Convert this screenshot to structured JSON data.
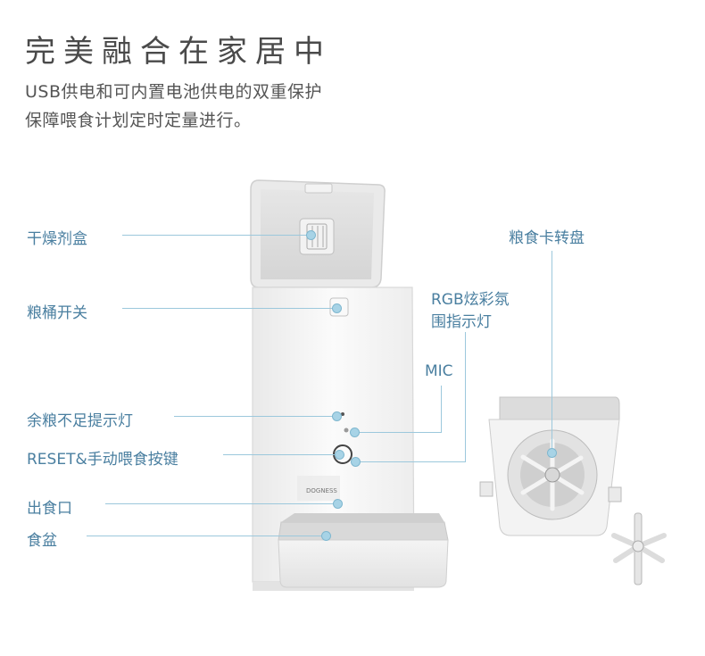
{
  "heading": {
    "title": "完美融合在家居中",
    "line1": "USB供电和可内置电池供电的双重保护",
    "line2": "保障喂食计划定时定量进行。"
  },
  "product": {
    "brand": "DOGNESS"
  },
  "callouts": {
    "desiccant_box": "干燥剂盒",
    "bucket_switch": "粮桶开关",
    "low_food_light": "余粮不足提示灯",
    "reset_button": "RESET&手动喂食按键",
    "food_outlet": "出食口",
    "food_bowl": "食盆",
    "turntable": "粮食卡转盘",
    "rgb_light_line1": "RGB炫彩氛",
    "rgb_light_line2": "围指示灯",
    "mic": "MIC"
  },
  "colors": {
    "label": "#4a7fa0",
    "leader_line": "#9cc8dc",
    "device_body": "#f6f6f6",
    "device_gray": "#d3d3d3"
  }
}
